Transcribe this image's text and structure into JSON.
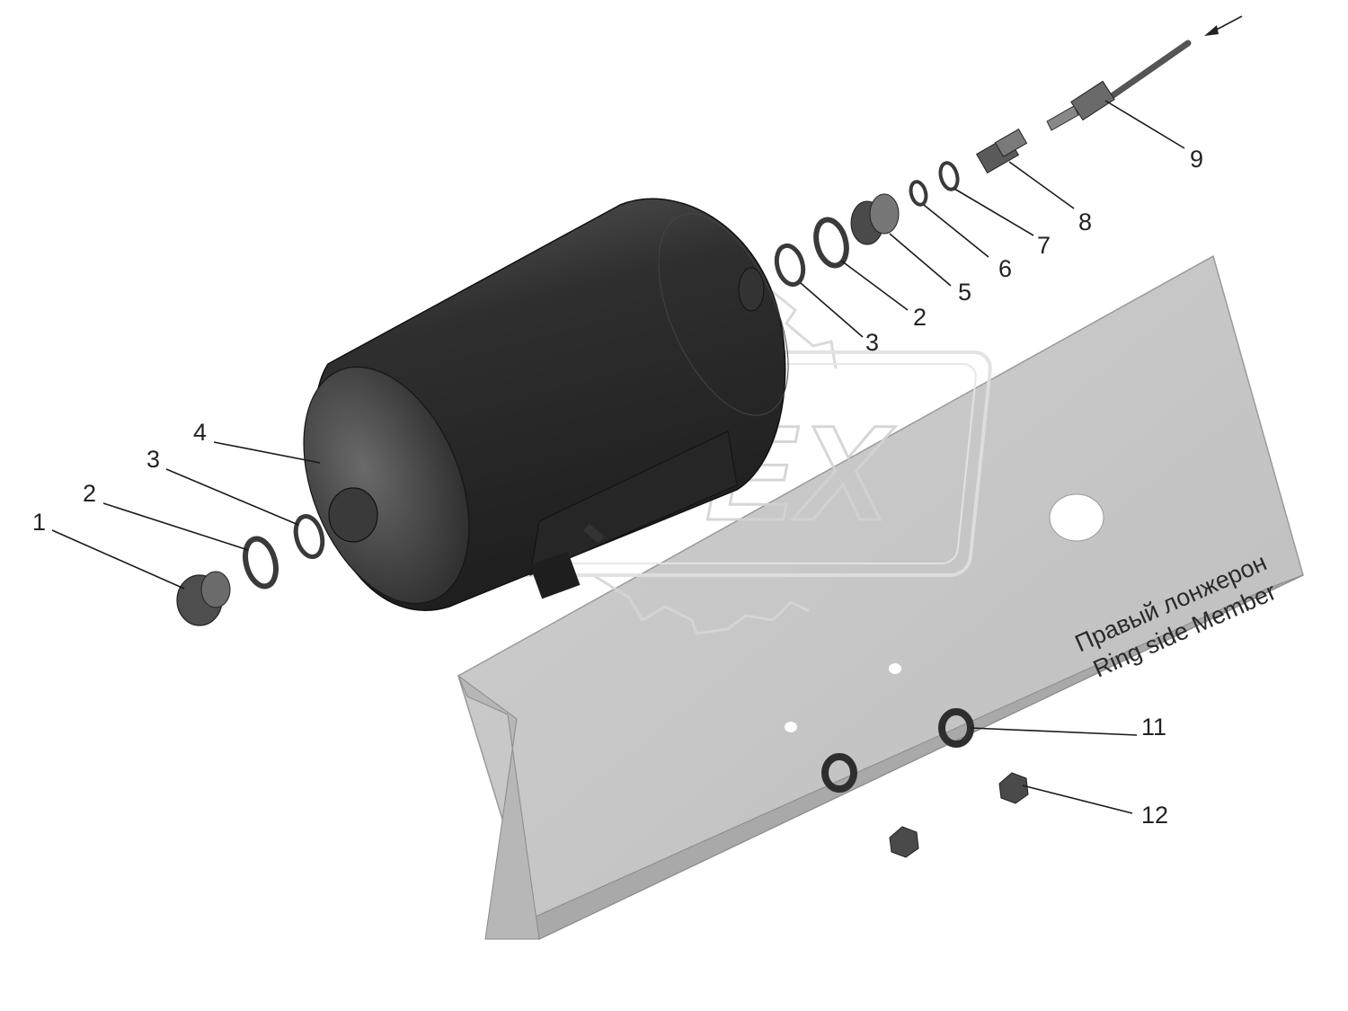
{
  "diagram": {
    "watermark": {
      "text": "OPEX"
    },
    "member_label": {
      "line1": "Правый лонжерон",
      "line2": "Ring side Member"
    },
    "callouts": [
      {
        "id": "c1",
        "label": "1"
      },
      {
        "id": "c2a",
        "label": "2"
      },
      {
        "id": "c3a",
        "label": "3"
      },
      {
        "id": "c4",
        "label": "4"
      },
      {
        "id": "c3b",
        "label": "3"
      },
      {
        "id": "c2b",
        "label": "2"
      },
      {
        "id": "c5",
        "label": "5"
      },
      {
        "id": "c6",
        "label": "6"
      },
      {
        "id": "c7",
        "label": "7"
      },
      {
        "id": "c8",
        "label": "8"
      },
      {
        "id": "c9",
        "label": "9"
      },
      {
        "id": "c11",
        "label": "11"
      },
      {
        "id": "c12",
        "label": "12"
      }
    ],
    "colors": {
      "member_fill": "#c6c6c6",
      "member_edge": "#8e8e8e",
      "tank_body": "#2c2c2c",
      "tank_highlight": "#5a5a5a",
      "parts": "#4a4a4a",
      "watermark": "#d8d8d8"
    }
  }
}
